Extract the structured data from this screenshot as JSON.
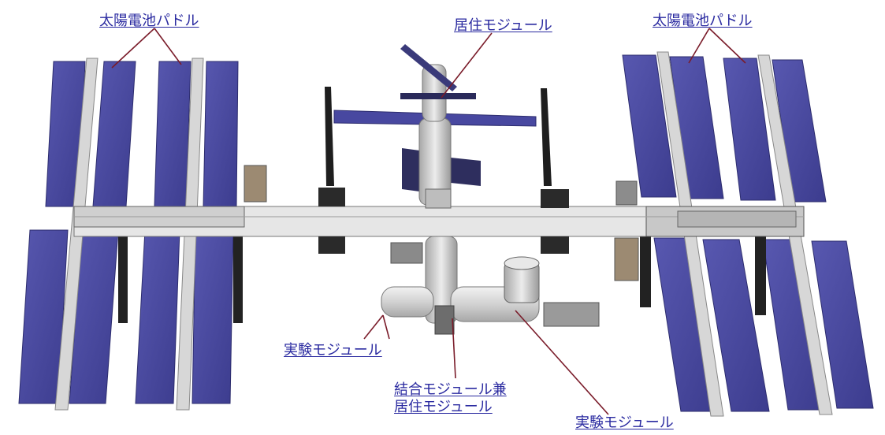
{
  "labels": {
    "solar_left": "太陽電池パドル",
    "habitation_top": "居住モジュール",
    "solar_right": "太陽電池パドル",
    "experiment_left": "実験モジュール",
    "node_line1": "結合モジュール兼",
    "node_line2": "居住モジュール",
    "experiment_right": "実験モジュール"
  },
  "colors": {
    "panel": "#4b4ba0",
    "panel_edge": "#2d2d6e",
    "truss": "#d9d9d9",
    "truss_dark": "#8a8a8a",
    "module": "#e2e2e2",
    "leader": "#7a1c2a",
    "label": "#2a2aa0"
  }
}
